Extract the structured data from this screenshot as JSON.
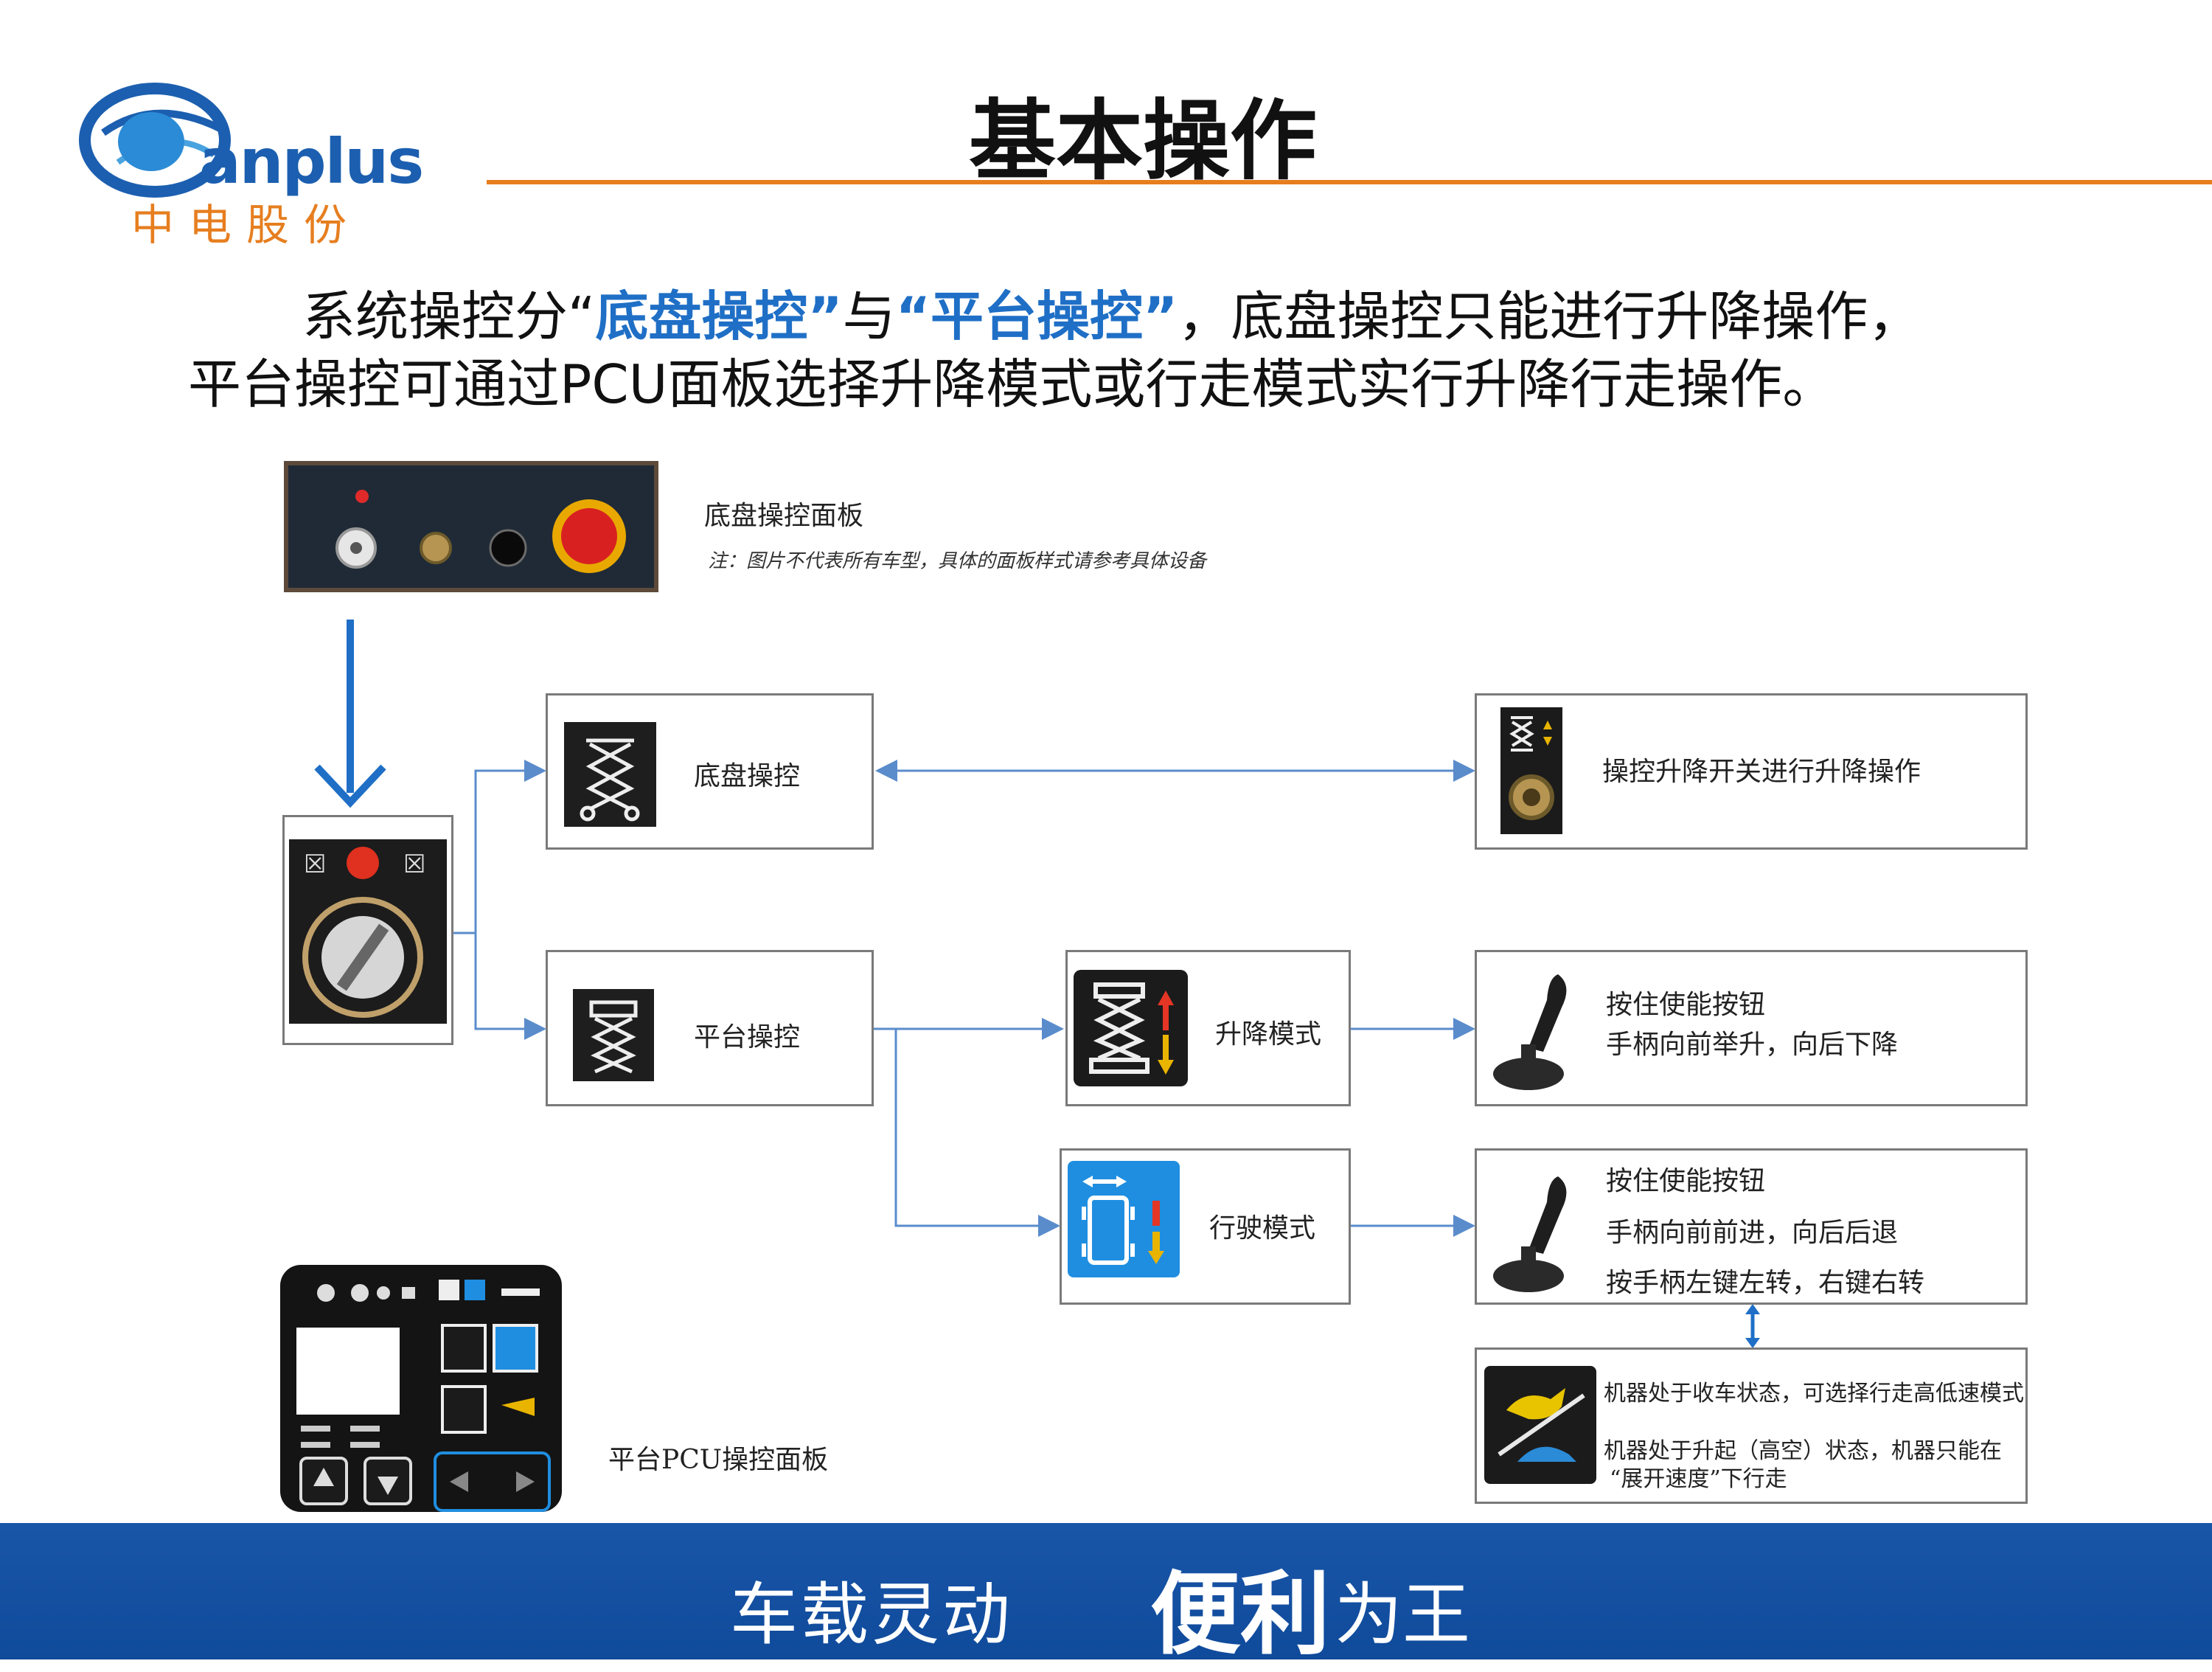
{
  "logo": {
    "word": "anplus",
    "cn": "中电股份"
  },
  "title": "基本操作",
  "intro": {
    "line1_pre": "系统操控分",
    "q_open": "“",
    "chassis_term": "底盘操控",
    "q_close": "”",
    "mid": "与",
    "platform_term": "平台操控",
    "line1_post": "，底盘操控只能进行升降操作，",
    "line2": "平台操控可通过PCU面板选择升降模式或行走模式实行升降行走操作。"
  },
  "diagram": {
    "chassis_panel_label": "底盘操控面板",
    "chassis_panel_note": "注：图片不代表所有车型，具体的面板样式请参考具体设备",
    "chassis_control": "底盘操控",
    "chassis_action": "操控升降开关进行升降操作",
    "platform_control": "平台操控",
    "lift_mode": "升降模式",
    "lift_action_1": "按住使能按钮",
    "lift_action_2": "手柄向前举升，向后下降",
    "drive_mode": "行驶模式",
    "drive_action_1": "按住使能按钮",
    "drive_action_2": "手柄向前前进，向后后退",
    "drive_action_3": "按手柄左键左转，右键右转",
    "speed_note_1": "机器处于收车状态，可选择行走高低速模式",
    "speed_note_2": "机器处于升起（高空）状态，机器只能在",
    "speed_note_3": "“展开速度”下行走",
    "pcu_panel_label": "平台PCU操控面板"
  },
  "footer": {
    "part1": "车载灵动",
    "part2": "便利",
    "part3": "为王"
  },
  "colors": {
    "brand_blue": "#1c5fb0",
    "orange": "#e67e1f",
    "footer": "#1553a6",
    "arrow_blue": "#1f6fc6",
    "line_blue": "#5a8ccc"
  }
}
